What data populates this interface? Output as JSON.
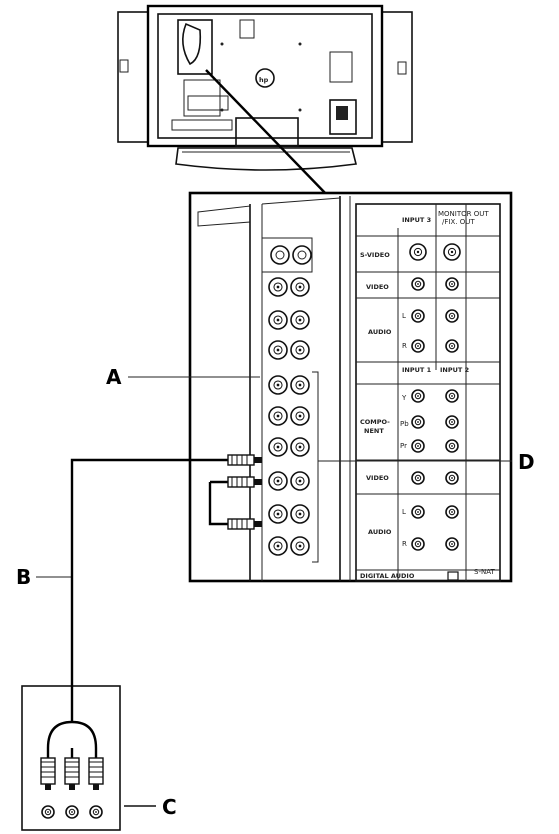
{
  "callouts": {
    "a": "A",
    "b": "B",
    "c": "C",
    "d": "D"
  },
  "panel_labels": {
    "input3": "INPUT 3",
    "monitor_out": "MONITOR OUT",
    "fixed_out": "/FIX. OUT",
    "s_video": "S-VIDEO",
    "video": "VIDEO",
    "audio": "AUDIO",
    "input1": "INPUT 1",
    "input2": "INPUT 2",
    "component": "COMPO-",
    "component2": "NENT",
    "y": "Y",
    "pb": "Pb",
    "pr": "Pr",
    "l": "L",
    "r": "R",
    "digital_audio": "DIGITAL AUDIO",
    "service": "S-NAT"
  }
}
